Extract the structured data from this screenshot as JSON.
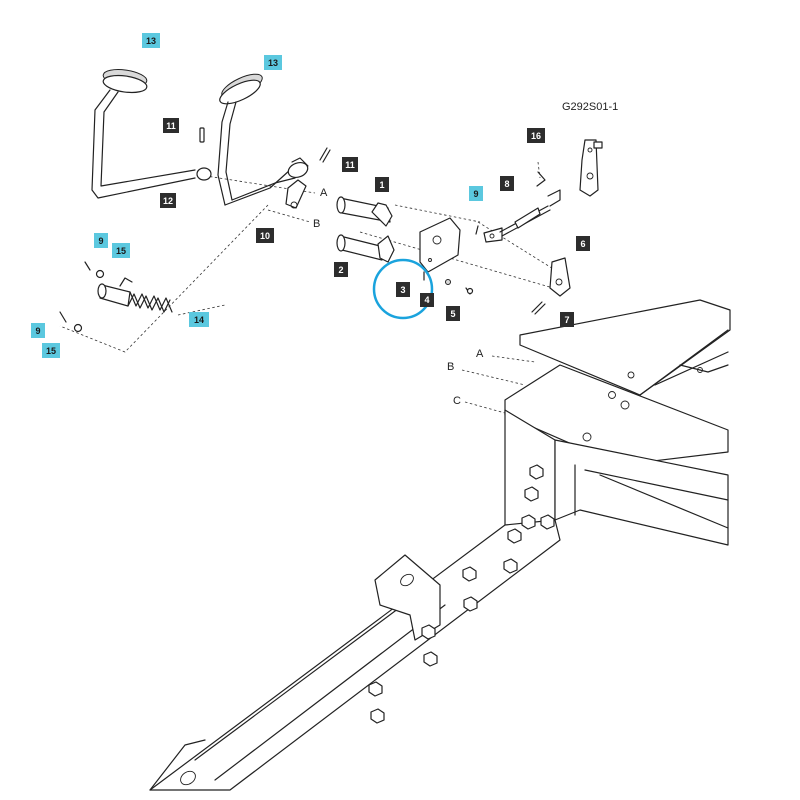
{
  "diagram_code": "G292S01-1",
  "line_labels": {
    "a": "A",
    "b": "B",
    "c": "C"
  },
  "callouts": {
    "c1": "1",
    "c2": "2",
    "c3": "3",
    "c4": "4",
    "c5": "5",
    "c6": "6",
    "c7": "7",
    "c8": "8",
    "c9a": "9",
    "c9b": "9",
    "c9c": "9",
    "c10": "10",
    "c11a": "11",
    "c11b": "11",
    "c12": "12",
    "c13a": "13",
    "c13b": "13",
    "c14": "14",
    "c15a": "15",
    "c15b": "15",
    "c16": "16"
  },
  "colors": {
    "dark_tag": "#2d2d2d",
    "blue_tag": "#5bc8df",
    "highlight": "#1aa3dd",
    "line": "#222222"
  }
}
